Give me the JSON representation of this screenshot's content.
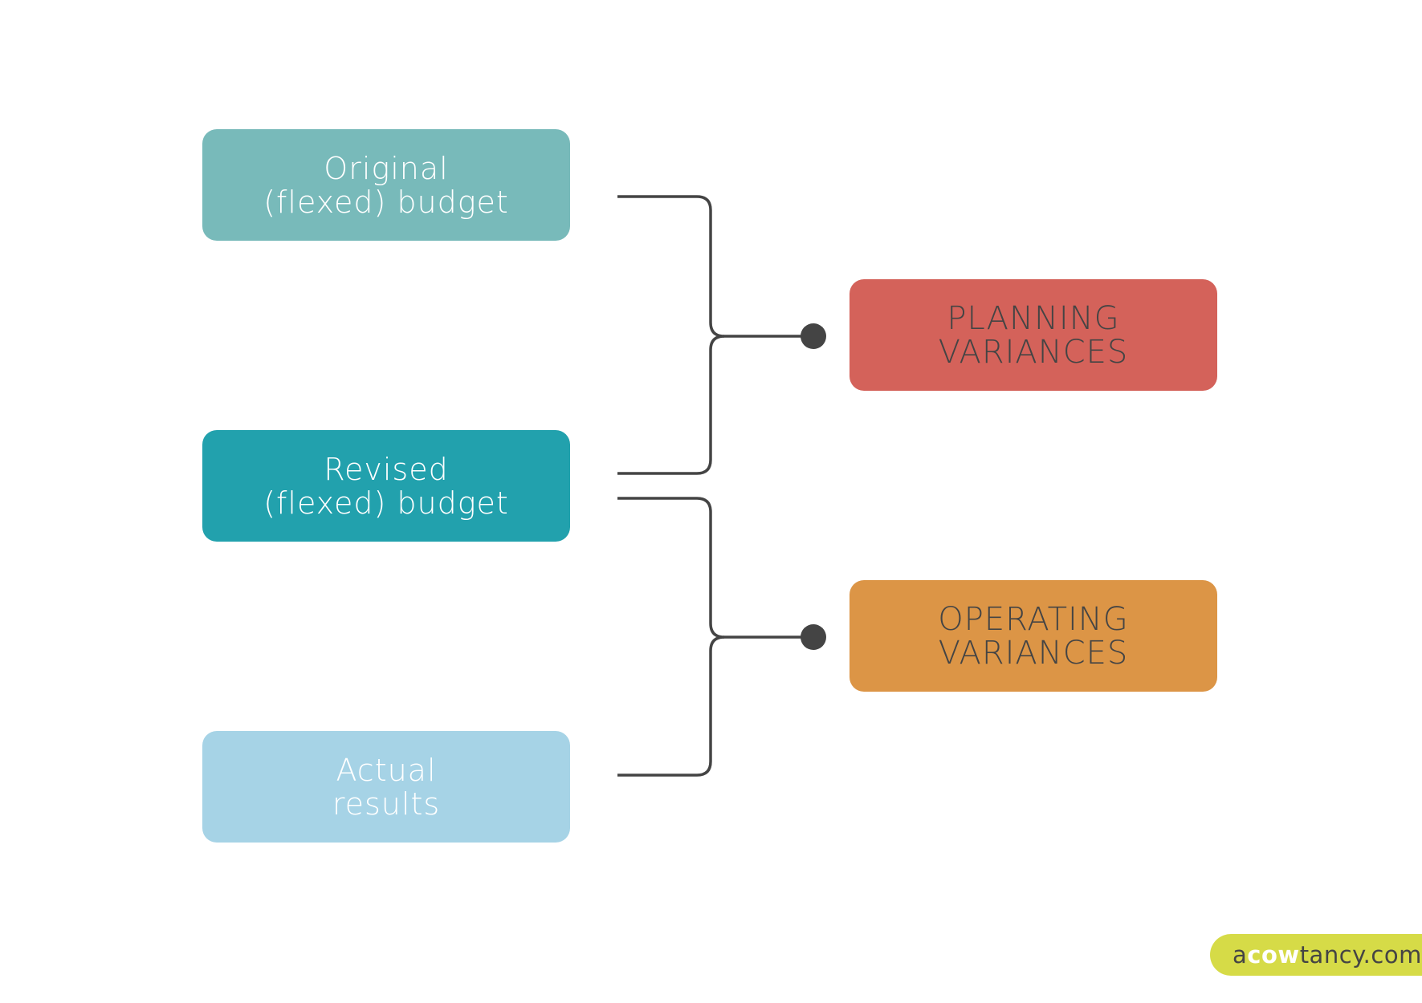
{
  "colors": {
    "original": "#78BABA",
    "revised": "#22A1AD",
    "actual": "#A6D3E6",
    "planning": "#D4625A",
    "operating": "#DC9546",
    "connector": "#444444",
    "brand_bg": "#D6DB47"
  },
  "sources": [
    {
      "key": "original",
      "label": "Original\n(flexed) budget"
    },
    {
      "key": "revised",
      "label": "Revised\n(flexed) budget"
    },
    {
      "key": "actual",
      "label": "Actual\nresults"
    }
  ],
  "results": [
    {
      "key": "planning",
      "label": "PLANNING\nVARIANCES"
    },
    {
      "key": "operating",
      "label": "OPERATING\nVARIANCES"
    }
  ],
  "brand": {
    "prefix": "a",
    "bold": "cow",
    "suffix": "tancy.com"
  }
}
